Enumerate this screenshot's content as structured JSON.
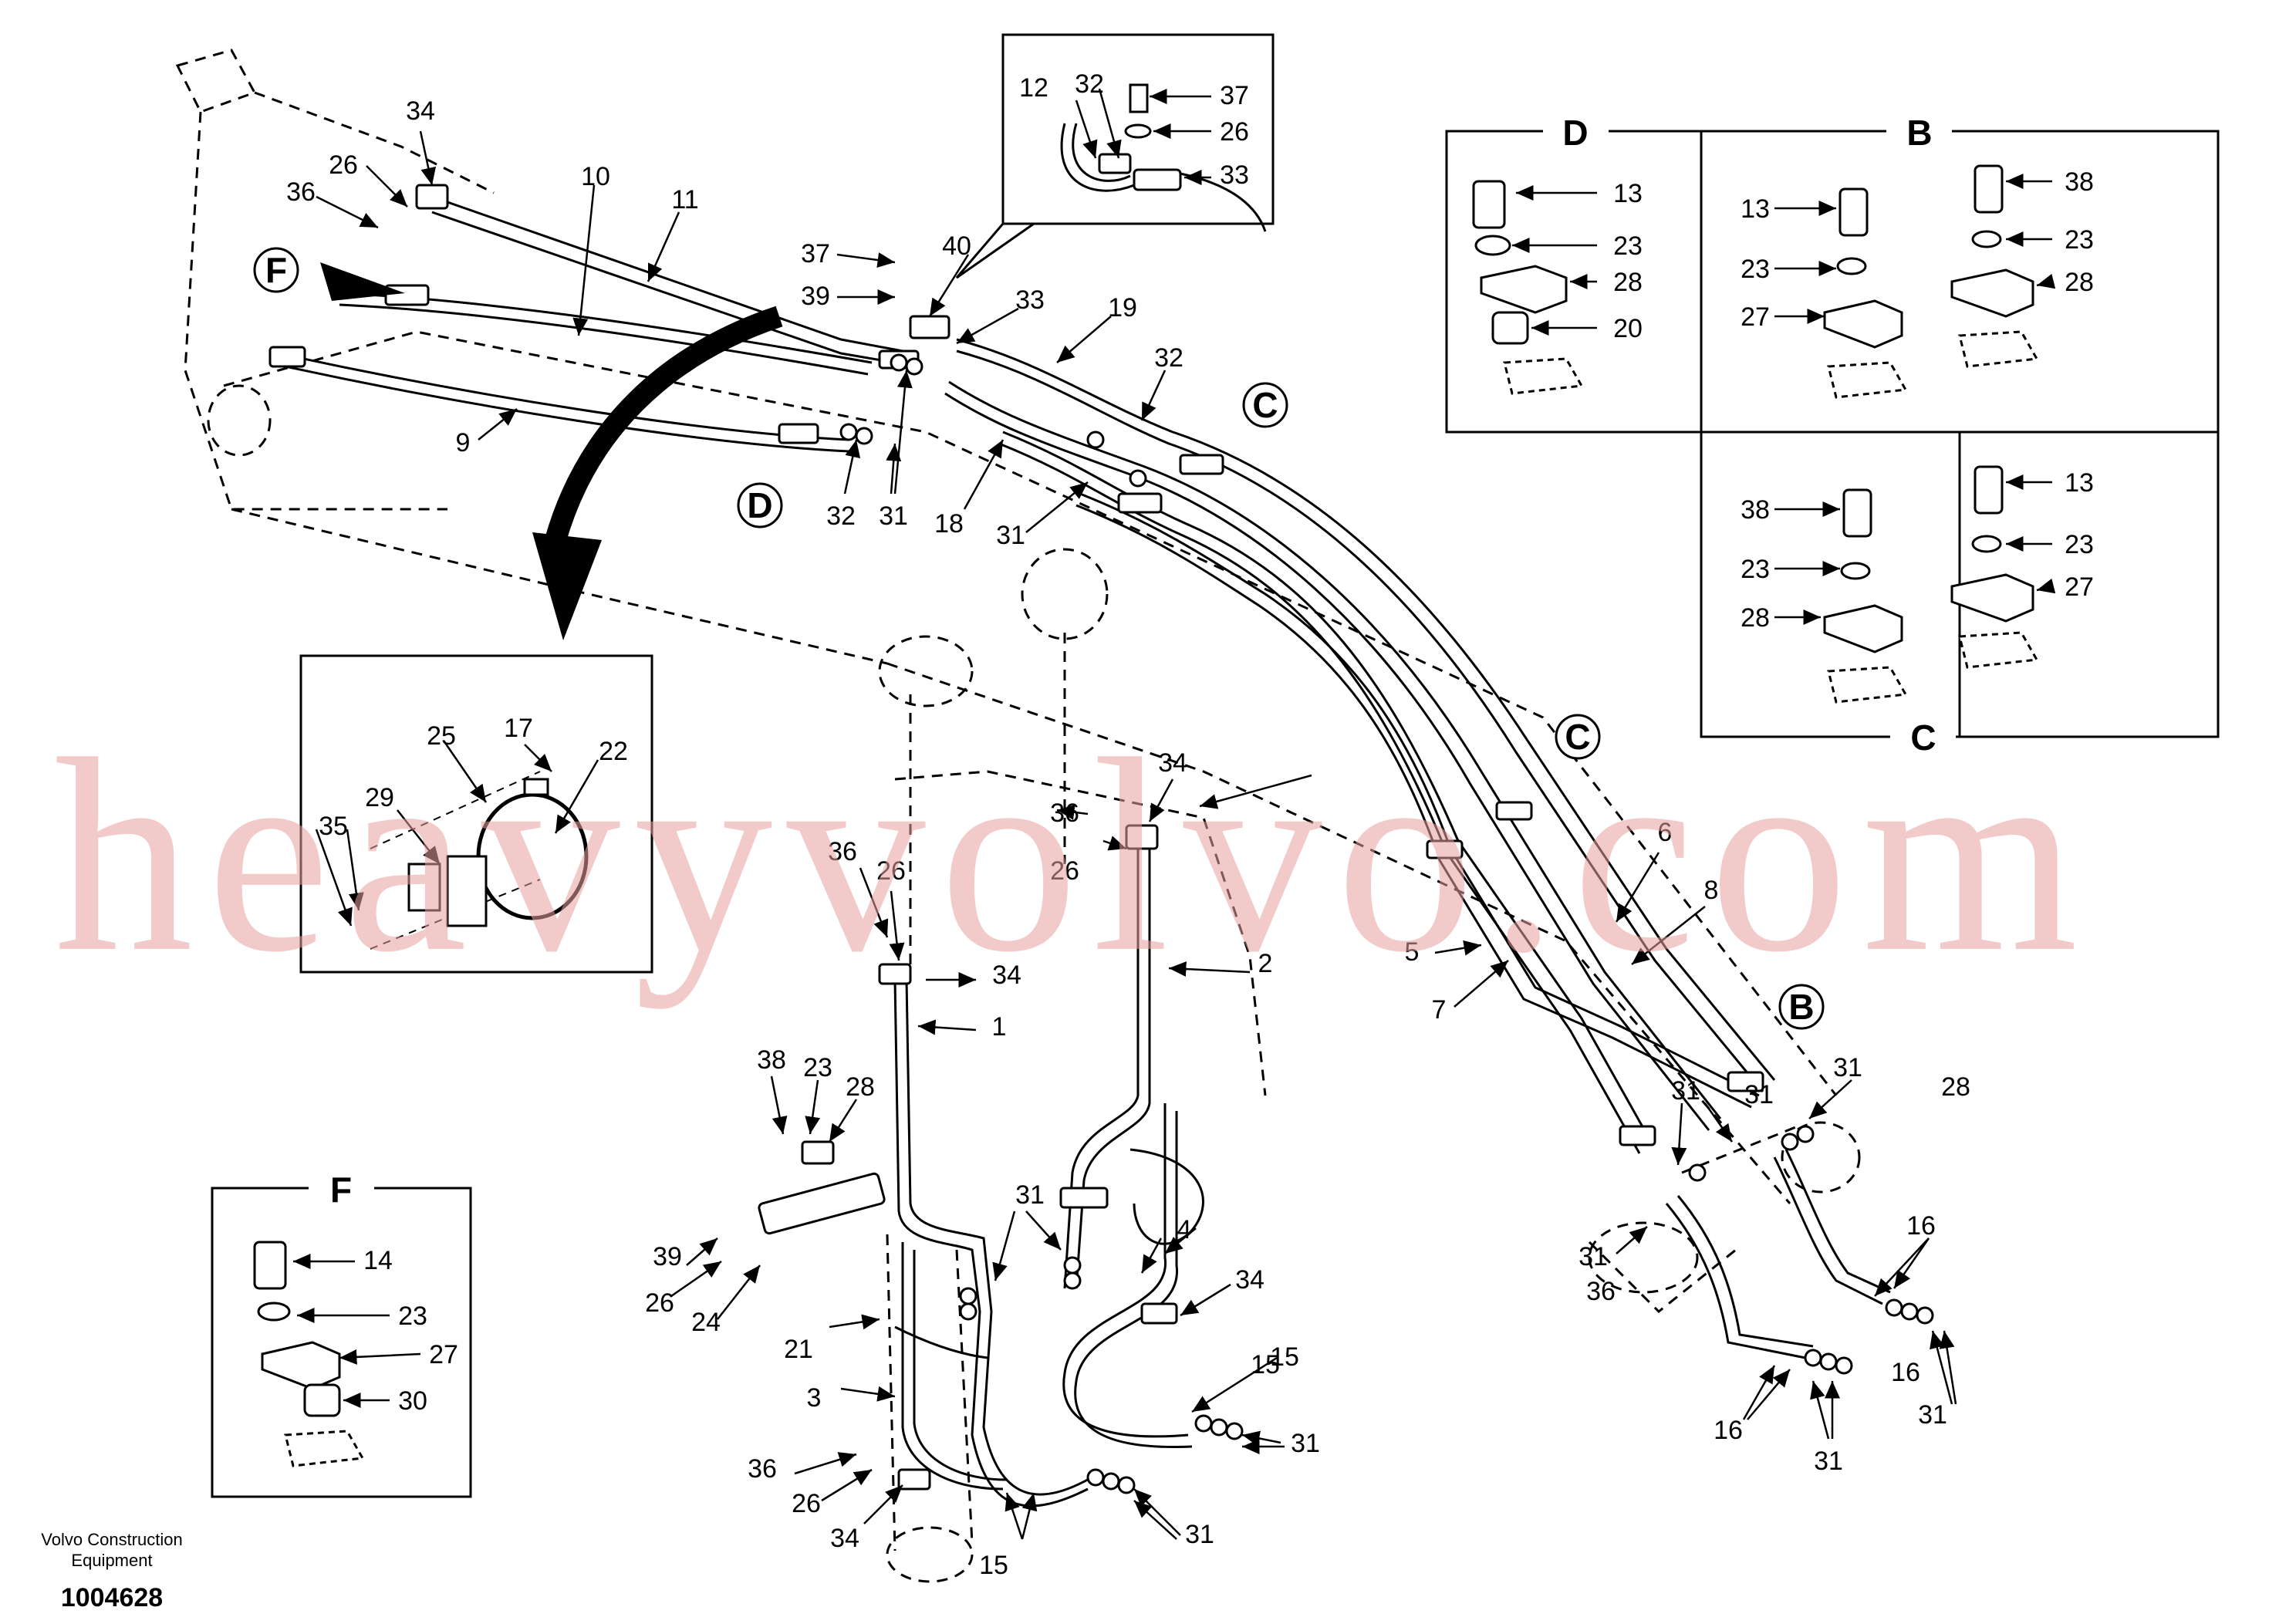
{
  "diagram": {
    "part_labels": {
      "p1": "1",
      "p2": "2",
      "p3": "3",
      "p4": "4",
      "p5": "5",
      "p6": "6",
      "p7": "7",
      "p8": "8",
      "p9": "9",
      "p10": "10",
      "p11": "11",
      "p12": "12",
      "p13a": "13",
      "p13b": "13",
      "p13c": "13",
      "p14": "14",
      "p15a": "15",
      "p15b": "15",
      "p15c": "15",
      "p16a": "16",
      "p16b": "16",
      "p16c": "16",
      "p17": "17",
      "p18": "18",
      "p19": "19",
      "p20": "20",
      "p21": "21",
      "p22": "22",
      "p23a": "23",
      "p23b": "23",
      "p23c": "23",
      "p23d": "23",
      "p23e": "23",
      "p23f": "23",
      "p23g": "23",
      "p24": "24",
      "p25": "25",
      "p26a": "26",
      "p26b": "26",
      "p26c": "26",
      "p26d": "26",
      "p26e": "26",
      "p26f": "26",
      "p27a": "27",
      "p27b": "27",
      "p27c": "27",
      "p28a": "28",
      "p28b": "28",
      "p28c": "28",
      "p28d": "28",
      "p28e": "28",
      "p29": "29",
      "p30": "30",
      "p31a": "31",
      "p31b": "31",
      "p31c": "31",
      "p31d": "31",
      "p31e": "31",
      "p31f": "31",
      "p31g": "31",
      "p31h": "31",
      "p31i": "31",
      "p31j": "31",
      "p31k": "31",
      "p32a": "32",
      "p32b": "32",
      "p32c": "32",
      "p33a": "33",
      "p33b": "33",
      "p34a": "34",
      "p34b": "34",
      "p34c": "34",
      "p34d": "34",
      "p34e": "34",
      "p35": "35",
      "p36a": "36",
      "p36b": "36",
      "p36c": "36",
      "p36d": "36",
      "p36e": "36",
      "p37a": "37",
      "p37b": "37",
      "p38a": "38",
      "p38b": "38",
      "p38c": "38",
      "p39a": "39",
      "p39b": "39",
      "p40": "40"
    },
    "view_markers": {
      "f_circle": "F",
      "d_circle": "D",
      "c_circle_1": "C",
      "c_circle_2": "C",
      "b_circle": "B"
    },
    "panel_headers": {
      "panel_d": "D",
      "panel_b": "B",
      "panel_c": "C",
      "panel_f": "F"
    }
  },
  "footer": {
    "company_line1": "Volvo Construction",
    "company_line2": "Equipment",
    "drawing_number": "1004628"
  },
  "watermark": {
    "text": "heavyvolvo.com",
    "color": "#e8a0a0"
  },
  "colors": {
    "line": "#000000",
    "background": "#ffffff"
  }
}
